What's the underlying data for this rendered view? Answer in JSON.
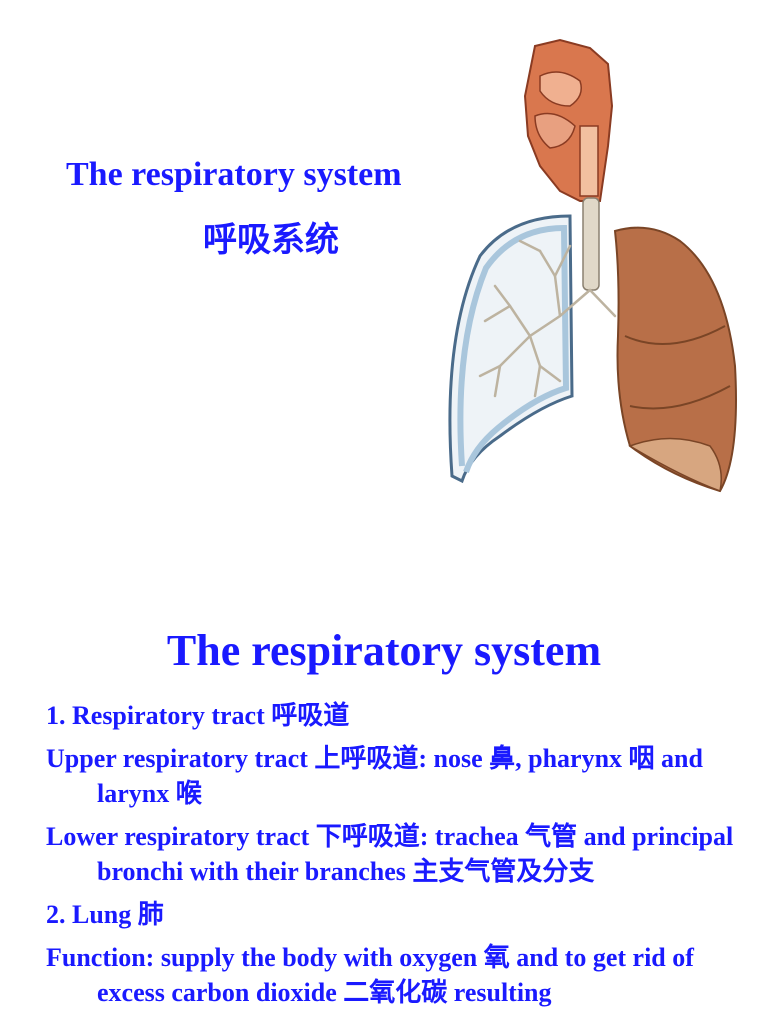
{
  "slide1": {
    "title": "The respiratory system",
    "subtitle": "呼吸系统"
  },
  "illustration": {
    "subject": "respiratory-system-anatomy",
    "colors": {
      "head_tissue": "#d9774e",
      "lung": "#b86f48",
      "pleura_outline": "#4a6b8a",
      "trachea": "#e0d8c8"
    }
  },
  "slide2": {
    "title": "The respiratory system",
    "items": [
      "1. Respiratory tract 呼吸道",
      "Upper respiratory tract 上呼吸道: nose 鼻, pharynx 咽 and larynx 喉",
      "Lower respiratory tract 下呼吸道: trachea 气管 and principal bronchi with their branches 主支气管及分支",
      "2. Lung 肺",
      "Function: supply the body with oxygen 氧 and to get rid of excess carbon dioxide 二氧化碳 resulting"
    ]
  }
}
